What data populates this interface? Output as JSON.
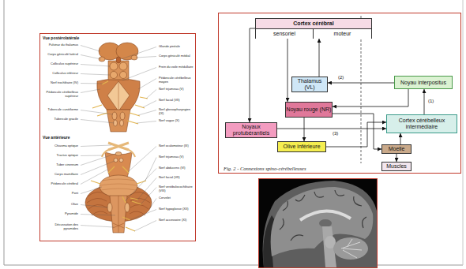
{
  "diagram": {
    "caption": "Fig. 2 - Connexions spino-cérébelleuses",
    "nodes": [
      {
        "text": [
          "Cortex cérébral"
        ]
      },
      {
        "text": [
          "sensoriel"
        ],
        "in": 0
      },
      {
        "text": [
          "moteur"
        ],
        "in": 0
      },
      {
        "text": [
          "Thalamus (VL)"
        ]
      },
      {
        "text": [
          "Noyau interpositus"
        ]
      },
      {
        "text": [
          "Noyau rouge (NR)"
        ]
      },
      {
        "text": [
          "Noyaux protubérantiels"
        ]
      },
      {
        "text": [
          "Cortex cérébelleux intermédiaire"
        ]
      },
      {
        "text": [
          "Olive inférieure"
        ]
      },
      {
        "text": [
          "Moelle"
        ]
      },
      {
        "text": [
          "Muscles"
        ]
      }
    ],
    "edges": [
      {
        "from": 3,
        "to": 2,
        "arrow": "to"
      },
      {
        "from": 4,
        "to": 3,
        "arrow": "to"
      },
      {
        "from": 4,
        "to": 5,
        "arrow": "to"
      },
      {
        "from": 7,
        "to": 4,
        "arrow": "to"
      },
      {
        "from": 0,
        "to": 6,
        "arrow": "to"
      },
      {
        "from": 1,
        "to": 5,
        "arrow": "to"
      },
      {
        "from": 6,
        "to": 7,
        "arrow": "to"
      },
      {
        "from": 5,
        "to": 8,
        "arrow": "to"
      },
      {
        "from": 5,
        "to": 9,
        "arrow": "to"
      },
      {
        "from": 8,
        "to": 7,
        "arrow": "to"
      },
      {
        "from": 9,
        "to": 7,
        "arrow": "to"
      },
      {
        "from": 9,
        "to": 10,
        "arrow": "to"
      }
    ],
    "labels": [
      "Vue postérolatérale",
      "Pulvinar du thalamus",
      "Corps géniculé latéral",
      "Colliculus supérieur",
      "Colliculus inférieur",
      "Nerf trochléaire (IV)",
      "Pédoncule cérébelleux supérieur",
      "Tubercule cunéiforme",
      "Tubercule gracile",
      "Glande pinéale",
      "Corps géniculé médial",
      "Frein du voile médullaire",
      "Pédoncule cérébelleux moyen",
      "Nerf trijumeau (V)",
      "Nerf facial (VII)",
      "Nerf glossopharyngien (IX)",
      "Nerf vague (X)",
      "Vue antérieure",
      "Chiasma optique",
      "Tractus optique",
      "Tuber cinereum",
      "Corps mamillaire",
      "Pédoncule cérébral",
      "Pont",
      "Olive",
      "Pyramide",
      "Décussation des pyramides",
      "Nerf oculomoteur (III)",
      "Nerf trijumeau (V)",
      "Nerf abducens (VI)",
      "Nerf facial (VII)",
      "Nerf vestibulocochléaire (VIII)",
      "Cervelet",
      "Nerf hypoglosse (XII)",
      "Nerf accessoire (XI)",
      "(2)",
      "(3)",
      "(1)"
    ]
  }
}
